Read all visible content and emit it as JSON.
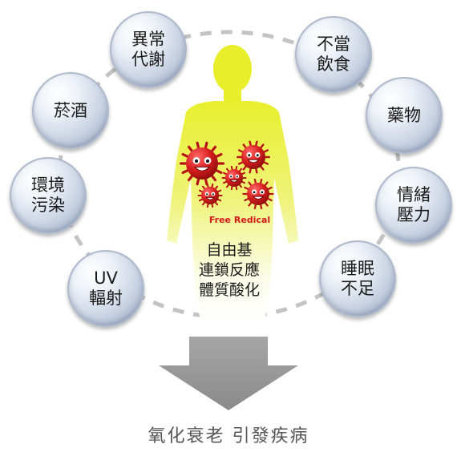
{
  "free_radical_label": "Free Redical",
  "center_text": "自由基\n連鎖反應\n體質酸化",
  "conclusion": "氧化衰老 引發疾病",
  "factors": [
    {
      "label": "異常\n代謝"
    },
    {
      "label": "菸酒"
    },
    {
      "label": "環境\n污染"
    },
    {
      "label": "UV\n輻射"
    },
    {
      "label": "不當\n飲食"
    },
    {
      "label": "藥物"
    },
    {
      "label": "情緒\n壓力"
    },
    {
      "label": "睡眠\n不足"
    }
  ],
  "colors": {
    "bubble": "#c9d3e3",
    "body_glow": "#e8ee3a",
    "virus": "#d81e1e",
    "arrow": "#9b9b9b",
    "dash": "#bcbcbc"
  }
}
